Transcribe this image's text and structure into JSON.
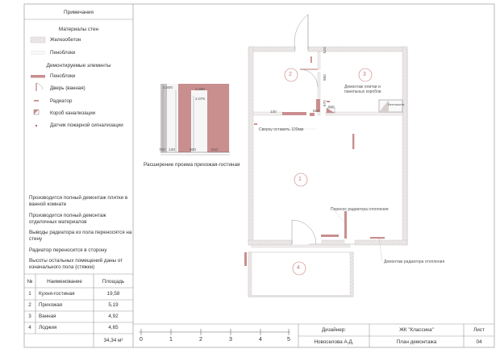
{
  "legend": {
    "title": "Примечания",
    "wall_materials_title": "Материалы стен",
    "items": [
      {
        "label": "Железобетон",
        "swatch": "hatched-gray"
      },
      {
        "label": "Пеноблоки",
        "swatch": "light-double-line"
      }
    ],
    "demolish_title": "Демонтируемые элементы",
    "demolish_items": [
      {
        "label": "Пеноблоки",
        "swatch": "pink-bar"
      },
      {
        "label": "Дверь (ванная)",
        "swatch": "door-arc"
      },
      {
        "label": "Радиатор",
        "swatch": "radiator"
      },
      {
        "label": "Короб канализации",
        "swatch": "duct-box"
      },
      {
        "label": "Датчик пожарной сигнализации",
        "swatch": "dot"
      }
    ]
  },
  "notes": [
    "Производится полный демонтаж плитки в ванной комнате",
    "Производится полный демонтаж отделочных материалов",
    "Выводы радиатора из пола переносятся на стену",
    "Радиатор переносится в сторону",
    "Высоты остальных помещений даны от изначального пола (стяжки)"
  ],
  "rooms_table": {
    "headers": [
      "№",
      "Наименование",
      "Площадь"
    ],
    "rows": [
      {
        "num": "1",
        "name": "Кухня-гостиная",
        "area": "19,58"
      },
      {
        "num": "2",
        "name": "Прихожая",
        "area": "5,19"
      },
      {
        "num": "3",
        "name": "Ванная",
        "area": "4,92"
      },
      {
        "num": "4",
        "name": "Лоджия",
        "area": "4,65"
      }
    ],
    "total": "34,34 м²"
  },
  "elevation": {
    "caption": "Расширение проема прихожая-гостиная",
    "dims": [
      "2,500",
      "2,300",
      "2,075",
      "700",
      "130",
      "900",
      "610"
    ]
  },
  "plan": {
    "room_numbers": [
      "1",
      "2",
      "3",
      "4"
    ],
    "annotations": {
      "bath_tiles": "Демонтаж плитки и\nпанельных коробов",
      "leave_100": "Сверху оставить 100мм",
      "move_radiator": "Перенос радиатора отопления",
      "dismantle_radiator": "Демонтаж радиатора отопления"
    },
    "dims": {
      "d130": "130",
      "d610": "610",
      "d620": "620",
      "d880": "880",
      "d670": "670",
      "d500": "500",
      "vent": "Вентшахта"
    }
  },
  "scale_bar": {
    "ticks": [
      "0",
      "1",
      "2",
      "3",
      "4",
      "5"
    ]
  },
  "title_block": {
    "designer_label": "Дизайнер:",
    "designer_name": "Новоселова А.Д.",
    "project": "ЖК \"Классика\"",
    "sheet_title": "План демонтажа",
    "sheet_label": "Лист",
    "sheet_number": "04"
  },
  "colors": {
    "demolish": "#c98e8e",
    "demolish_dark": "#b76f6f",
    "wall_fill": "#f2efef",
    "room_circle": "#c97a7a"
  }
}
